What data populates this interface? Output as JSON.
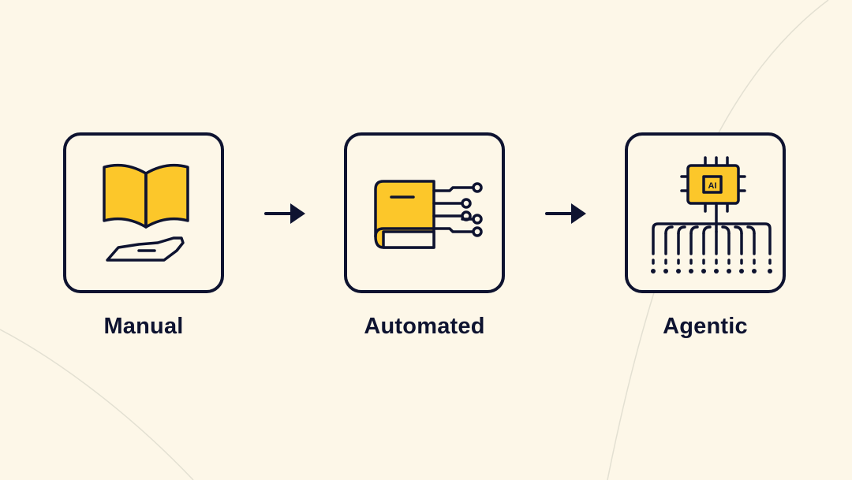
{
  "stages": [
    {
      "label": "Manual",
      "icon": "book-in-hand-icon"
    },
    {
      "label": "Automated",
      "icon": "digital-book-circuit-icon"
    },
    {
      "label": "Agentic",
      "icon": "ai-chip-icon",
      "chip_text": "AI"
    }
  ],
  "arrow_icon": "right-arrow-icon",
  "colors": {
    "background": "#fdf7e8",
    "outline": "#0e1330",
    "accent": "#fcc72a",
    "curve": "#e3e0d2"
  }
}
